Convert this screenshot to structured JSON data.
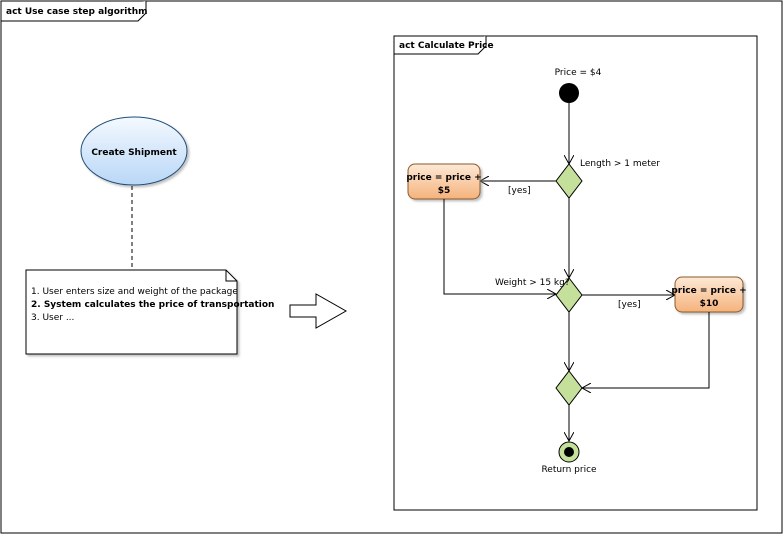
{
  "outer_frame": {
    "title": "act Use case step algorithm"
  },
  "use_case": {
    "label": "Create Shipment"
  },
  "note": {
    "steps": [
      "1. User enters size and weight of the package",
      "2. System calculates the price of transportation",
      "3. User ..."
    ]
  },
  "activity_frame": {
    "title": "act Calculate Price"
  },
  "activity": {
    "initial_label": "Price = $4",
    "decision1_label": "Length > 1 meter",
    "decision1_guard": "[yes]",
    "action1_line1": "price = price +",
    "action1_line2": "$5",
    "decision2_label": "Weight > 15 kg?",
    "decision2_guard": "[yes]",
    "action2_line1": "price = price +",
    "action2_line2": "$10",
    "final_label": "Return price"
  },
  "colors": {
    "frame_border": "#000000",
    "action_fill_top": "#fde9d6",
    "action_fill_bottom": "#f5b27c",
    "decision_fill": "#c5e09b",
    "final_fill": "#c5e09b",
    "usecase_fill_top": "#f4f9ff",
    "usecase_fill_bottom": "#b9d7f7"
  }
}
